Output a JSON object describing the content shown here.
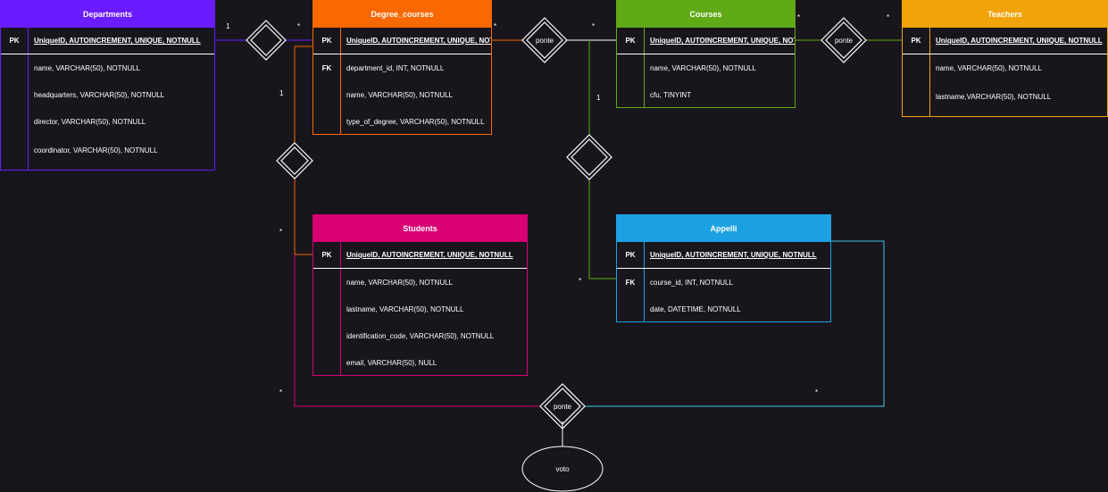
{
  "entities": {
    "departments": {
      "title": "Departments",
      "color": "#6a1bff",
      "rows": [
        {
          "key": "PK",
          "text": "UniqueID, AUTOINCREMENT, UNIQUE, NOTNULL"
        },
        {
          "key": "",
          "text": "name, VARCHAR(50), NOTNULL"
        },
        {
          "key": "",
          "text": "headquarters, VARCHAR(50), NOTNULL"
        },
        {
          "key": "",
          "text": "director, VARCHAR(50), NOTNULL"
        },
        {
          "key": "",
          "text": "coordinator, VARCHAR(50), NOTNULL"
        }
      ]
    },
    "degree_courses": {
      "title": "Degree_courses",
      "color": "#fa6800",
      "rows": [
        {
          "key": "PK",
          "text": "UniqueID, AUTOINCREMENT, UNIQUE, NOTNULL"
        },
        {
          "key": "FK",
          "text": "department_id, INT, NOTNULL"
        },
        {
          "key": "",
          "text": "name, VARCHAR(50), NOTNULL"
        },
        {
          "key": "",
          "text": "type_of_degree, VARCHAR(50), NOTNULL"
        }
      ]
    },
    "courses": {
      "title": "Courses",
      "color": "#60a917",
      "rows": [
        {
          "key": "PK",
          "text": "UniqueID, AUTOINCREMENT, UNIQUE, NOTNULL"
        },
        {
          "key": "",
          "text": "name, VARCHAR(50), NOTNULL"
        },
        {
          "key": "",
          "text": "cfu,  TINYINT"
        }
      ]
    },
    "teachers": {
      "title": "Teachers",
      "color": "#f0a30a",
      "rows": [
        {
          "key": "PK",
          "text": "UniqueID, AUTOINCREMENT, UNIQUE, NOTNULL"
        },
        {
          "key": "",
          "text": "name, VARCHAR(50), NOTNULL"
        },
        {
          "key": "",
          "text": "lastname,VARCHAR(50), NOTNULL"
        }
      ]
    },
    "students": {
      "title": "Students",
      "color": "#d80073",
      "rows": [
        {
          "key": "PK",
          "text": "UniqueID, AUTOINCREMENT, UNIQUE, NOTNULL"
        },
        {
          "key": "",
          "text": "name, VARCHAR(50), NOTNULL"
        },
        {
          "key": "",
          "text": "lastname, VARCHAR(50), NOTNULL"
        },
        {
          "key": "",
          "text": "identification_code, VARCHAR(50), NOTNULL"
        },
        {
          "key": "",
          "text": "email, VARCHAR(50), NULL"
        }
      ]
    },
    "appelli": {
      "title": "Appelli",
      "color": "#1ba1e2",
      "rows": [
        {
          "key": "PK",
          "text": "UniqueID, AUTOINCREMENT, UNIQUE, NOTNULL"
        },
        {
          "key": "FK",
          "text": "course_id, INT, NOTNULL"
        },
        {
          "key": "",
          "text": "date, DATETIME, NOTNULL"
        }
      ]
    }
  },
  "relationships": {
    "degree_courses_courses": "ponte",
    "courses_teachers": "ponte",
    "students_appelli": "ponte"
  },
  "attribute": "voto",
  "cardinalities": {
    "c1": "1",
    "c2": "*",
    "c3": "1",
    "c4": "*",
    "c5": "*",
    "c6": "*",
    "c7": "*",
    "c8": "1",
    "c9": "*",
    "c10": "*",
    "c11": "*"
  },
  "line_colors": {
    "departments": "#6a1bff",
    "degree_courses": "#fa6800",
    "courses": "#60a917",
    "students": "#d80073",
    "appelli": "#1ba1e2"
  }
}
